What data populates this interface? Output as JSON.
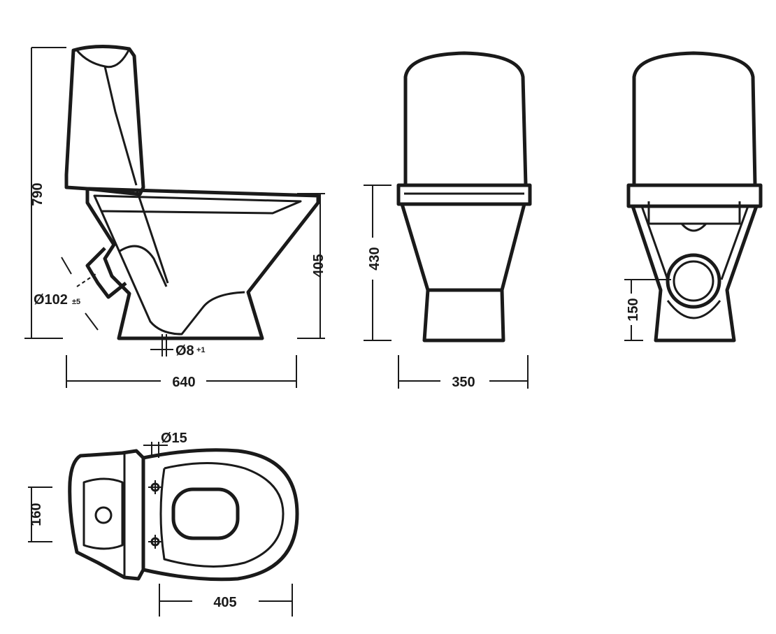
{
  "side_view": {
    "height_total": "790",
    "bowl_height": "405",
    "outlet_diameter": "Ø102",
    "outlet_tolerance": "±5",
    "fixing_diameter": "Ø8",
    "fixing_tolerance": "+1",
    "length": "640"
  },
  "front_view": {
    "rim_height": "430",
    "width": "350"
  },
  "back_view": {
    "outlet_height": "150"
  },
  "top_view": {
    "hole_diameter": "Ø15",
    "hole_spacing": "160",
    "hole_to_front": "405"
  }
}
